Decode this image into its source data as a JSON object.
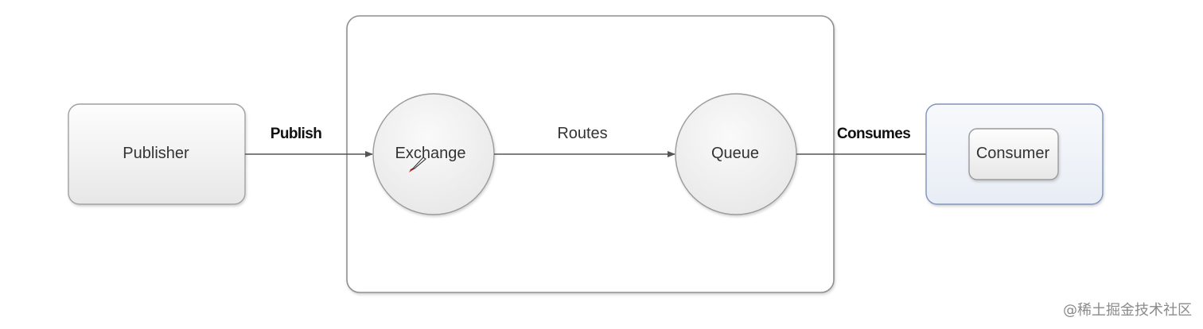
{
  "nodes": {
    "publisher": "Publisher",
    "exchange": "Exchange",
    "queue": "Queue",
    "consumer": "Consumer"
  },
  "edges": {
    "publish": "Publish",
    "routes": "Routes",
    "consumes": "Consumes"
  },
  "watermark": "@稀土掘金技术社区",
  "colors": {
    "node_fill_top": "#fbfbfb",
    "node_fill_bottom": "#e9e9e9",
    "node_stroke": "#9a9a9a",
    "consumer_group_fill": "#eef2f8",
    "consumer_group_stroke": "#7f8fb5",
    "arrow": "#555555",
    "pen_accent": "#cc1111"
  }
}
